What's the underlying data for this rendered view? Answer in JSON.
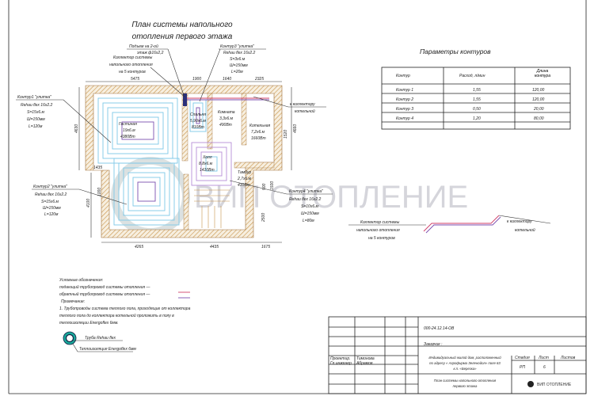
{
  "title": {
    "line1": "План системы напольного",
    "line2": "отопления первого этажа"
  },
  "callouts": {
    "riser": [
      "Подъем на 2-ой",
      "этаж ф16х2,2"
    ],
    "collector": [
      "Коллектор системы",
      "напольного отопления",
      "на 5 контуров"
    ],
    "contour3": [
      "Контур3 \"улитка\"",
      "Rehau flex 16x2.2",
      "S=3x6.м",
      "Ш=150мм",
      "L=20м"
    ],
    "contour1": [
      "Контур1 \"улитка\"",
      "Rehau flex 16x2.2",
      "S=15x6.м",
      "Ш=150мм",
      "L=120м"
    ],
    "contour2": [
      "Контур2 \"улитка\"",
      "Rehau flex 16x2.2",
      "S=15x6.м",
      "Ш=150мм",
      "L=120м"
    ],
    "contour4": [
      "Контур4 \"улитка\"",
      "Rehau flex 16x2.2",
      "S=10x6.м",
      "Ш=150мм",
      "L=80м"
    ],
    "to_boiler": [
      "к коллектору",
      "котельной"
    ]
  },
  "rooms": [
    {
      "name": "Гостиная",
      "size": "19x6.м",
      "power": "4380Вт"
    },
    {
      "name": "Спальня",
      "size": "5,90х6.м",
      "power": "810Вт"
    },
    {
      "name": "Комната",
      "size": "3,3x6.м",
      "power": "490Вт"
    },
    {
      "name": "Котельная",
      "size": "7,2x6.м",
      "power": "1660Вт"
    },
    {
      "name": "Холл",
      "size": "8,8x6.м",
      "power": "1410Вт"
    },
    {
      "name": "Тамбур",
      "size": "2,7x6.м",
      "power": "430Вт"
    }
  ],
  "dimensions": {
    "top": [
      "5475",
      "1900",
      "1640",
      "2325"
    ],
    "bottom": [
      "4265",
      "4435",
      "1675"
    ],
    "left": [
      "4630",
      "1435",
      "4100",
      "1000"
    ],
    "right": [
      "4660",
      "1520",
      "900",
      "1500",
      "2500"
    ]
  },
  "params_table": {
    "title": "Параметры контуров",
    "headers": [
      "Контур",
      "Расход, л/мин",
      "Длина контура"
    ],
    "rows": [
      [
        "Контур 1",
        "1,55",
        "120,00"
      ],
      [
        "Контур 2",
        "1,55",
        "120,00"
      ],
      [
        "Контур 3",
        "0,50",
        "20,00"
      ],
      [
        "Контур 4",
        "1,20",
        "80,00"
      ]
    ]
  },
  "schematic": {
    "collector": [
      "Коллектор системы",
      "напольного отопления",
      "на 5 контуров"
    ],
    "to_boiler": [
      "к коллектору",
      "котельной"
    ]
  },
  "legend": {
    "heading": "Условные обозначения:",
    "supply": "подающий трубопровод системы отопления —",
    "return": "обратный трубопровод системы отопления —",
    "note_heading": "Примечание:",
    "note_lines": [
      "1. Трубопроводы система теплого пола, проходящие от коллектора",
      "теплого пола до коллектора котельной проложить в полу в",
      "теплоизоляции Energoflex 6мм."
    ],
    "pipe": "Труба Rehau flex",
    "insulation": "Теплоизоляция Energoflex 6мм"
  },
  "title_block": {
    "code": "000-24.12.14-ОВ",
    "customer": "Заказчик :",
    "roles": [
      [
        "Проектир.",
        "Тимонова"
      ],
      [
        "Гл.инженер",
        "Абрамов"
      ]
    ],
    "object": [
      "Индивидуальный жилой дом, расположенный",
      "по адресу « Агрофирма Зеленодол» поле 63",
      "к.п. «Березка»"
    ],
    "sheet_title": [
      "План системы напольного отопления",
      "первого этажа"
    ],
    "stage_label": "Стадия",
    "stage": "РП",
    "sheet_label": "Лист",
    "sheet": "6",
    "sheets_label": "Листов",
    "company": "ВИП ОТОПЛЕНИЕ"
  },
  "watermark": "ВИП ОТОПЛЕНИЕ",
  "colors": {
    "supply": "#d0416a",
    "return": "#7b4fb0",
    "loop": "#7ec8e8",
    "wall": "#c8944a",
    "insulation": "#19a89a"
  }
}
